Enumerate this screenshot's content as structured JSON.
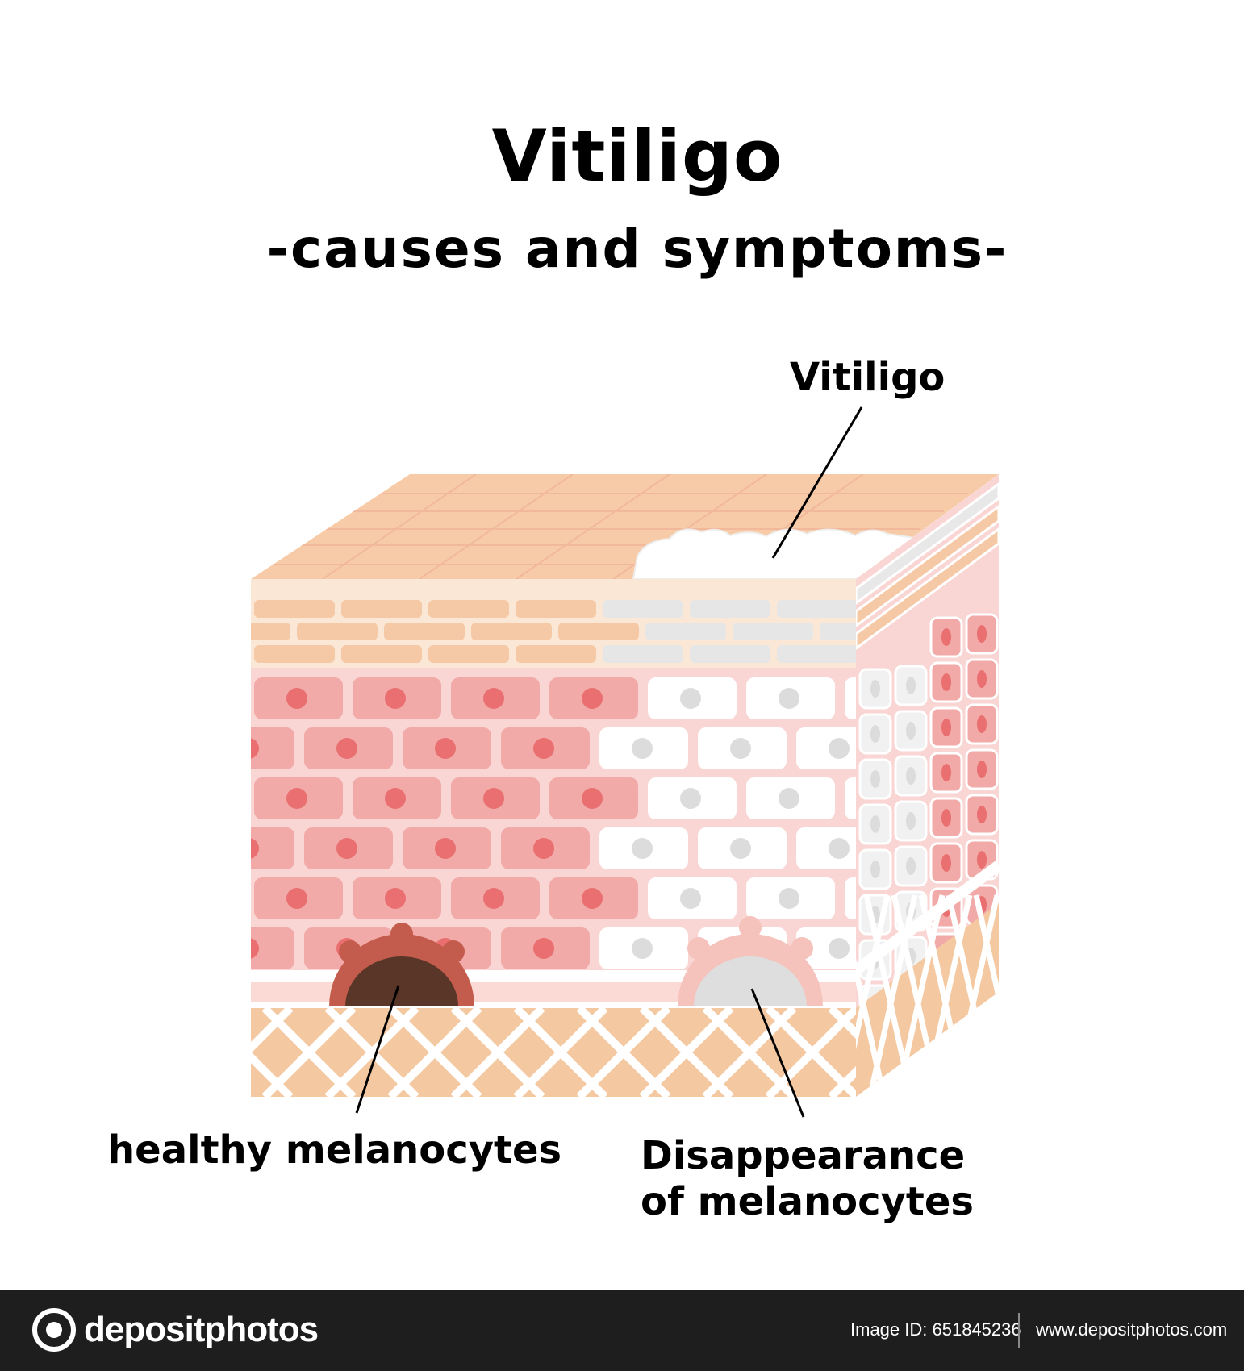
{
  "title": "Vitiligo",
  "subtitle": "-causes and symptoms-",
  "labels": {
    "vitiligo": "Vitiligo",
    "healthy": "healthy melanocytes",
    "disappearance_line1": "Disappearance",
    "disappearance_line2": "of melanocytes"
  },
  "colors": {
    "stratum_top": "#f7cba7",
    "stratum_cells": "#f6c9a6",
    "epidermis_cell": "#f1aaa8",
    "epidermis_bg": "#f9d6d4",
    "nucleus": "#e96f70",
    "depigmented_cell": "#ffffff",
    "depigmented_nucleus": "#dcdcdc",
    "melanocyte_healthy": "#c45c4d",
    "melanin": "#5a3628",
    "melanocyte_faded": "#f6c2bc",
    "dermis": "#f4c9a1"
  },
  "footer": {
    "brand": "depositphotos",
    "image_id": "Image ID: 651845236",
    "site": "www.depositphotos.com"
  }
}
